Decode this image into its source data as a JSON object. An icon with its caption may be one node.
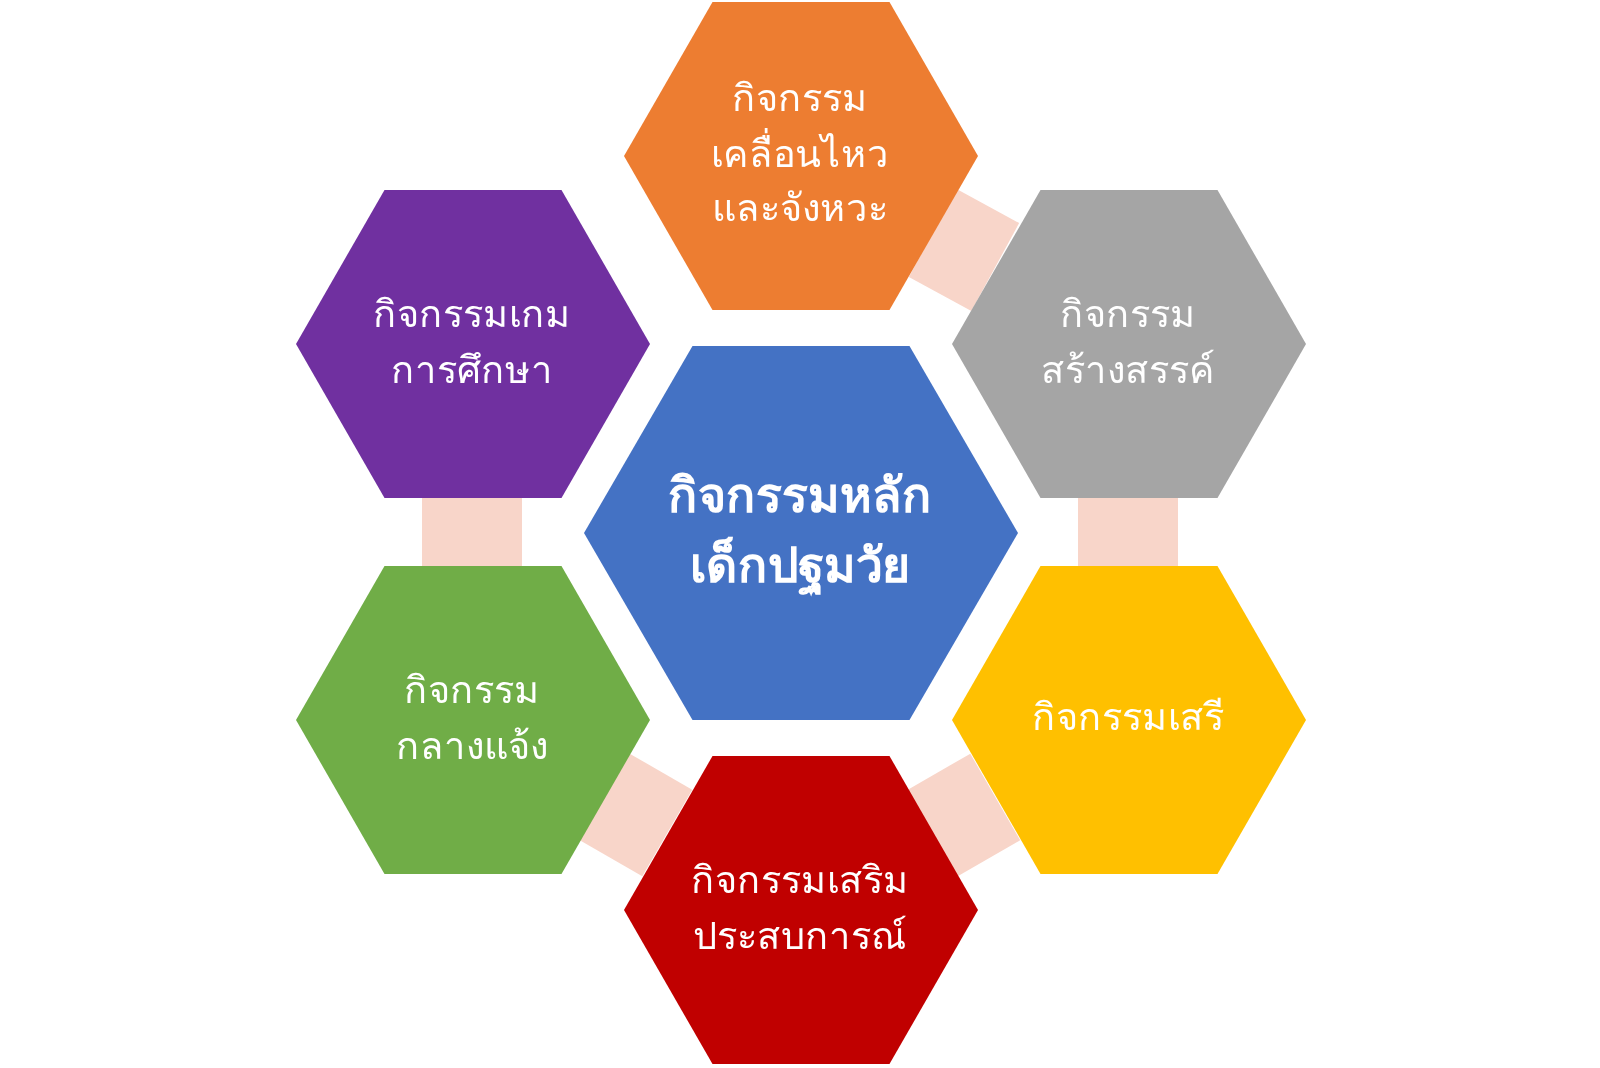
{
  "diagram": {
    "nodes": [
      {
        "text": [
          "กิจกรรมเคลื่อนไหวและจังหวะ"
        ]
      },
      {
        "text": [
          "กิจกรรมเกมการศึกษา"
        ]
      },
      {
        "text": [
          "กิจกรรมสร้างสรรค์"
        ]
      },
      {
        "text": [
          "กิจกรรมหลักเด็กปฐมวัย"
        ]
      },
      {
        "text": [
          "กิจกรรมกลางแจ้ง"
        ]
      },
      {
        "text": [
          "กิจกรรมเสรี"
        ]
      },
      {
        "text": [
          "กิจกรรมเสริมประสบการณ์"
        ]
      }
    ],
    "edges": [
      {
        "from": 0,
        "to": 2,
        "arrow": "none"
      },
      {
        "from": 2,
        "to": 5,
        "arrow": "none"
      },
      {
        "from": 5,
        "to": 6,
        "arrow": "none"
      },
      {
        "from": 6,
        "to": 4,
        "arrow": "none"
      },
      {
        "from": 4,
        "to": 1,
        "arrow": "none"
      }
    ]
  }
}
